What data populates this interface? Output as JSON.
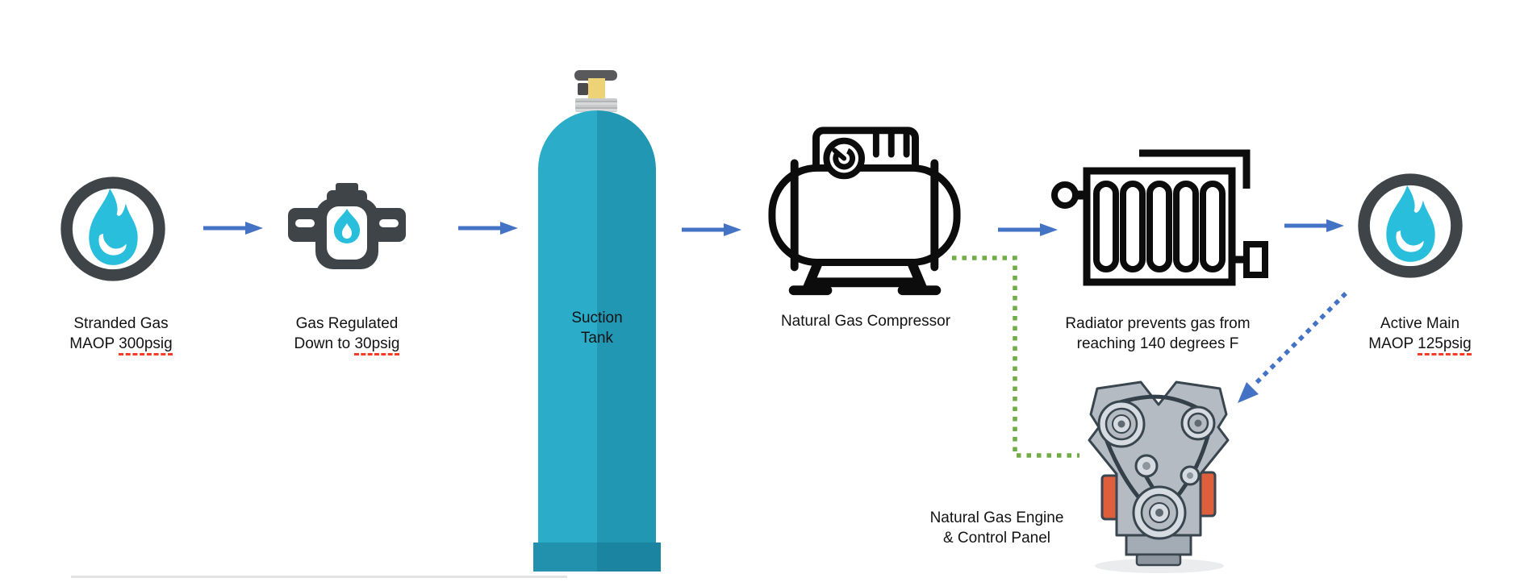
{
  "diagram_type": "process-flow",
  "nodes": {
    "stranded_gas": {
      "icon": "flame-circle",
      "line1": "Stranded Gas",
      "line2_prefix": "MAOP ",
      "line2_marked": "300psig"
    },
    "regulator": {
      "icon": "gas-regulator",
      "line1": "Gas Regulated",
      "line2_prefix": "Down to ",
      "line2_marked": "30psig"
    },
    "suction_tank": {
      "icon": "gas-cylinder",
      "line1": "Suction",
      "line2": "Tank"
    },
    "compressor": {
      "icon": "compressor",
      "label": "Natural Gas Compressor"
    },
    "radiator": {
      "icon": "radiator",
      "line1": "Radiator prevents gas from",
      "line2": "reaching 140 degrees F"
    },
    "active_main": {
      "icon": "flame-circle",
      "line1": "Active Main",
      "line2_prefix": "MAOP ",
      "line2_marked": "125psig"
    },
    "engine": {
      "icon": "v-engine",
      "line1": "Natural Gas Engine",
      "line2": "& Control Panel"
    }
  },
  "connectors": {
    "flow_arrows": {
      "count": 5,
      "color": "#4472C4",
      "style": "solid-arrow-right"
    },
    "compressor_to_engine": {
      "color": "#70AD47",
      "style": "dotted-elbow"
    },
    "active_main_to_engine": {
      "color": "#4472C4",
      "style": "dotted-arrow-down-left"
    }
  },
  "colors": {
    "arrow_blue": "#4472C4",
    "dotted_green": "#70AD47",
    "flame_cyan": "#29BEDB",
    "icon_dark": "#3F4449",
    "outline_black": "#0C0C0C",
    "tank_light": "#2BADCA",
    "tank_dark": "#2197B3",
    "tank_base": "#1B84A0",
    "squiggle_red": "#FB3B27",
    "engine_gray": "#B4BBC2",
    "engine_orange": "#DE5F3B"
  }
}
